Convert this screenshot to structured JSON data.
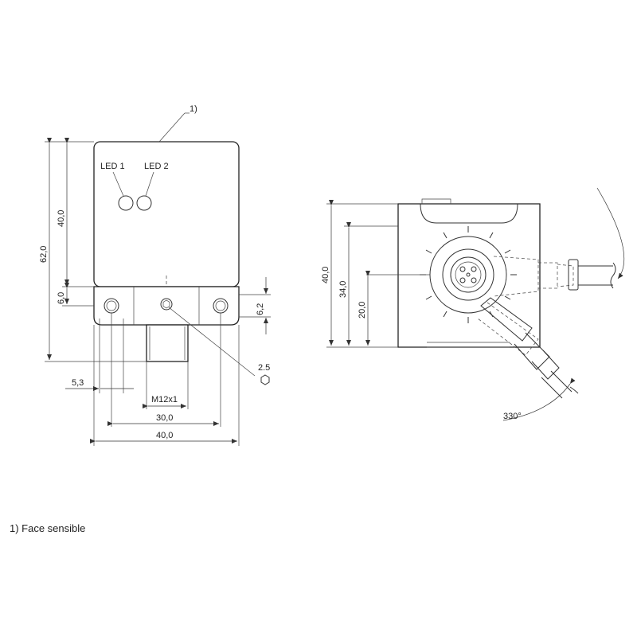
{
  "front_view": {
    "note_marker": "1)",
    "led1_label": "LED 1",
    "led2_label": "LED 2",
    "dim_total_height": "62,0",
    "dim_body_height": "40,0",
    "dim_flange": "6,0",
    "dim_slot": "6,2",
    "dim_hex": "2.5",
    "dim_edge": "5,3",
    "connector_label": "M12x1",
    "dim_hole_spacing": "30,0",
    "dim_width": "40,0"
  },
  "side_view": {
    "dim_height": "40,0",
    "dim_center_upper": "34,0",
    "dim_center_lower": "20,0",
    "rotation": "330°"
  },
  "footnote": "1) Face sensible"
}
